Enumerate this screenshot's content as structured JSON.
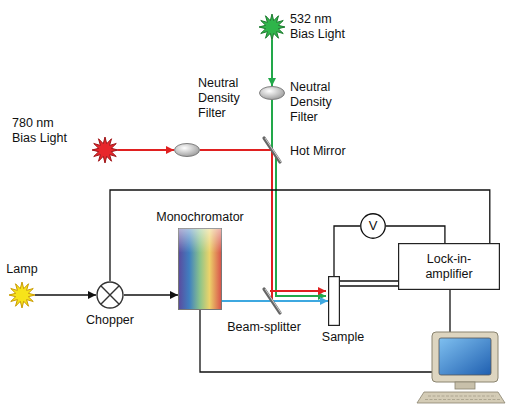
{
  "diagram": {
    "nodes": [
      {
        "text": [
          "532 nm Bias Light"
        ]
      },
      {
        "text": [
          "Neutral Density Filter"
        ]
      },
      {
        "text": [
          "780 nm Bias Light"
        ]
      },
      {
        "text": [
          "Neutral Density Filter"
        ]
      },
      {
        "text": [
          "Hot Mirror"
        ]
      },
      {
        "text": [
          "Lamp"
        ]
      },
      {
        "text": [
          "Chopper"
        ]
      },
      {
        "text": [
          "Monochromator"
        ]
      },
      {
        "text": [
          "Beam-splitter"
        ]
      },
      {
        "text": [
          "V"
        ]
      },
      {
        "text": [
          "Sample"
        ]
      },
      {
        "text": [
          "Lock-in-amplifier"
        ]
      }
    ],
    "edges": [
      {
        "from": 0,
        "to": 1,
        "arrow": "to"
      },
      {
        "from": 1,
        "to": 4,
        "arrow": "none"
      },
      {
        "from": 2,
        "to": 3,
        "arrow": "to"
      },
      {
        "from": 3,
        "to": 4,
        "arrow": "none"
      },
      {
        "from": 4,
        "to": 8,
        "arrow": "none"
      },
      {
        "from": 5,
        "to": 6,
        "arrow": "to"
      },
      {
        "from": 6,
        "to": 7,
        "arrow": "to"
      },
      {
        "from": 7,
        "to": 8,
        "arrow": "none"
      },
      {
        "from": 8,
        "to": 10,
        "arrow": "to"
      },
      {
        "from": 6,
        "to": 11,
        "arrow": "none"
      },
      {
        "from": 10,
        "to": 9,
        "arrow": "none"
      },
      {
        "from": 9,
        "to": 11,
        "arrow": "none"
      },
      {
        "from": 10,
        "to": 11,
        "arrow": "none"
      }
    ]
  }
}
